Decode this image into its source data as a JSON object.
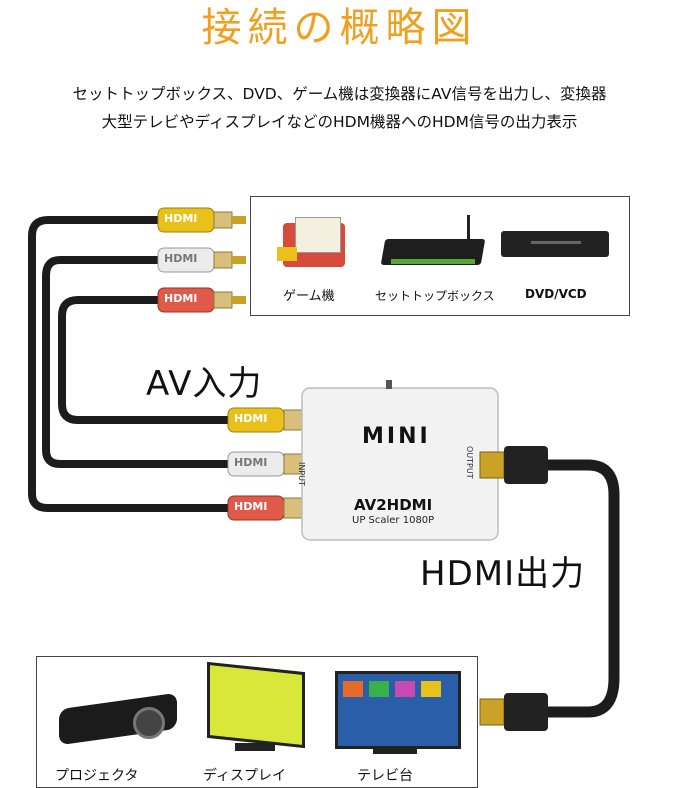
{
  "title": "接続の概略図",
  "description": {
    "line1": "セットトップボックス、DVD、ゲーム機は変換器にAV信号を出力し、変換器",
    "line2": "大型テレビやディスプレイなどのHDM機器へのHDM信号の出力表示"
  },
  "sources": {
    "items": [
      {
        "label": "ゲーム機",
        "icon": "game-console-icon"
      },
      {
        "label": "セットトップボックス",
        "icon": "set-top-box-icon"
      },
      {
        "label": "DVD/VCD",
        "icon": "dvd-player-icon"
      }
    ]
  },
  "av_input_label": "AV入力",
  "hdmi_output_label": "HDMI出力",
  "converter": {
    "brand": "MINI",
    "model": "AV2HDMI",
    "subtitle": "UP Scaler 1080P",
    "input_port": "INPUT",
    "output_port": "OUTPUT"
  },
  "rca_plug_text": "HDMI",
  "displays": {
    "items": [
      {
        "label": "プロジェクタ",
        "icon": "projector-icon"
      },
      {
        "label": "ディスプレイ",
        "icon": "monitor-icon"
      },
      {
        "label": "テレビ台",
        "icon": "tv-icon"
      }
    ]
  },
  "colors": {
    "title": "#f0a020",
    "rca_yellow": "#e8c21a",
    "rca_white": "#e8e8e8",
    "rca_red": "#e05a4a",
    "cable": "#1c1c1c",
    "converter_body": "#f2f2f2"
  }
}
